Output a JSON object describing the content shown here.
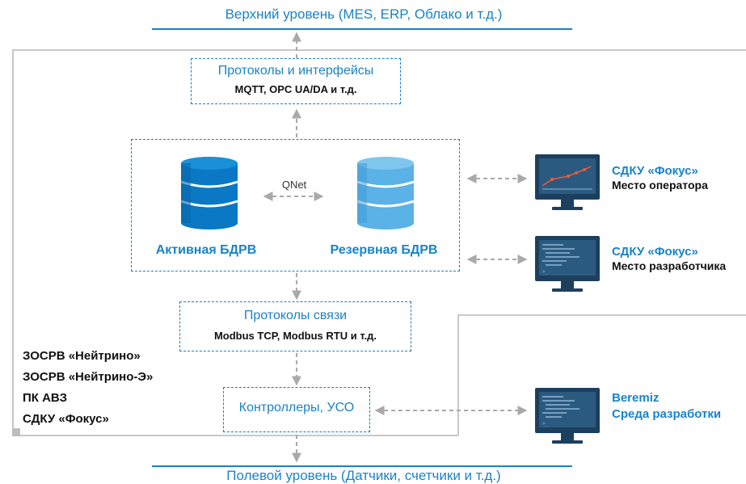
{
  "top_level": "Верхний уровень (MES, ERP, Облако и т.д.)",
  "bottom_level": "Полевой уровень (Датчики, счетчики и т.д.)",
  "protocols_interfaces": {
    "title": "Протоколы и интерфейсы",
    "subtitle": "MQTT, OPC UA/DA и т.д."
  },
  "qnet_label": "QNet",
  "db_active": "Активная БДРВ",
  "db_reserve": "Резервная БДРВ",
  "comm_protocols": {
    "title": "Протоколы связи",
    "subtitle": "Modbus TCP, Modbus RTU и т.д."
  },
  "controllers": "Контроллеры, УСО",
  "left_list": [
    "ЗОСРВ «Нейтрино»",
    "ЗОСРВ «Нейтрино-Э»",
    "ПК АВЗ",
    "СДКУ «Фокус»"
  ],
  "apps": [
    {
      "title": "СДКУ «Фокус»",
      "subtitle": "Место оператора"
    },
    {
      "title": "СДКУ «Фокус»",
      "subtitle": "Место разработчика"
    },
    {
      "title": "Beremiz",
      "subtitle": "Среда разработки"
    }
  ],
  "colors": {
    "accent": "#1a83c6",
    "db_active": "#0a78c4",
    "db_reserve": "#5ab2e6",
    "monitor": "#1c3f5e",
    "arrow": "#a9a9a9"
  }
}
